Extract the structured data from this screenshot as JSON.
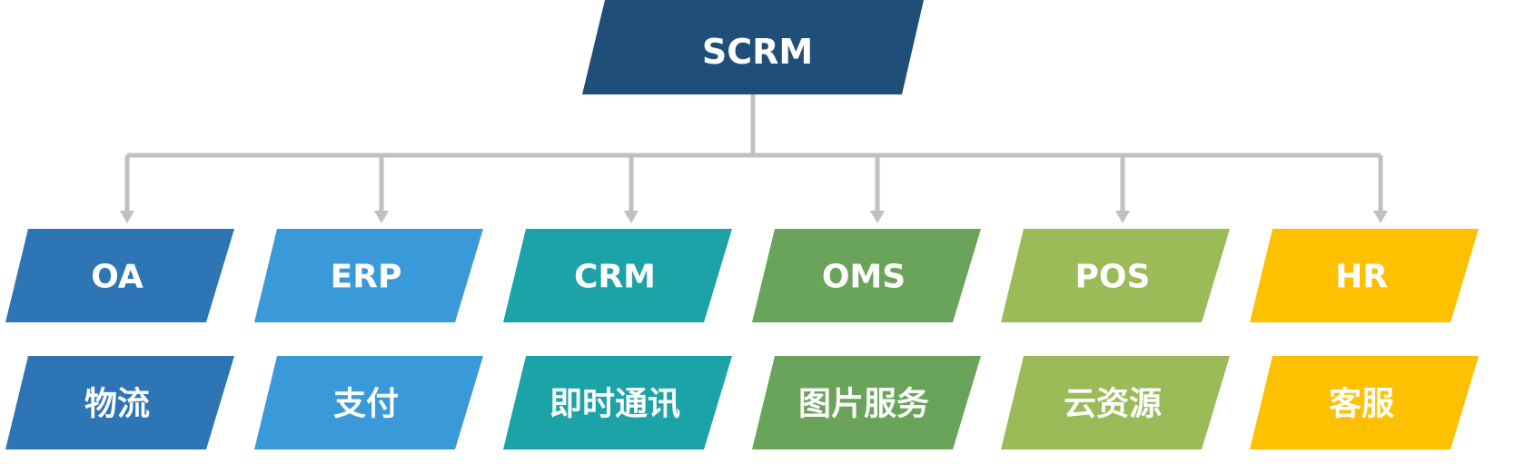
{
  "root": {
    "label": "SCRM",
    "color": "#1f4e79"
  },
  "connector_color": "#c0c0c0",
  "systems": [
    {
      "label": "OA",
      "sub": "物流",
      "color": "#2e75b6"
    },
    {
      "label": "ERP",
      "sub": "支付",
      "color": "#3a9ad9"
    },
    {
      "label": "CRM",
      "sub": "即时通讯",
      "color": "#1ba3a8"
    },
    {
      "label": "OMS",
      "sub": "图片服务",
      "color": "#6aa35a"
    },
    {
      "label": "POS",
      "sub": "云资源",
      "color": "#9bbb59"
    },
    {
      "label": "HR",
      "sub": "客服",
      "color": "#ffc000"
    }
  ]
}
